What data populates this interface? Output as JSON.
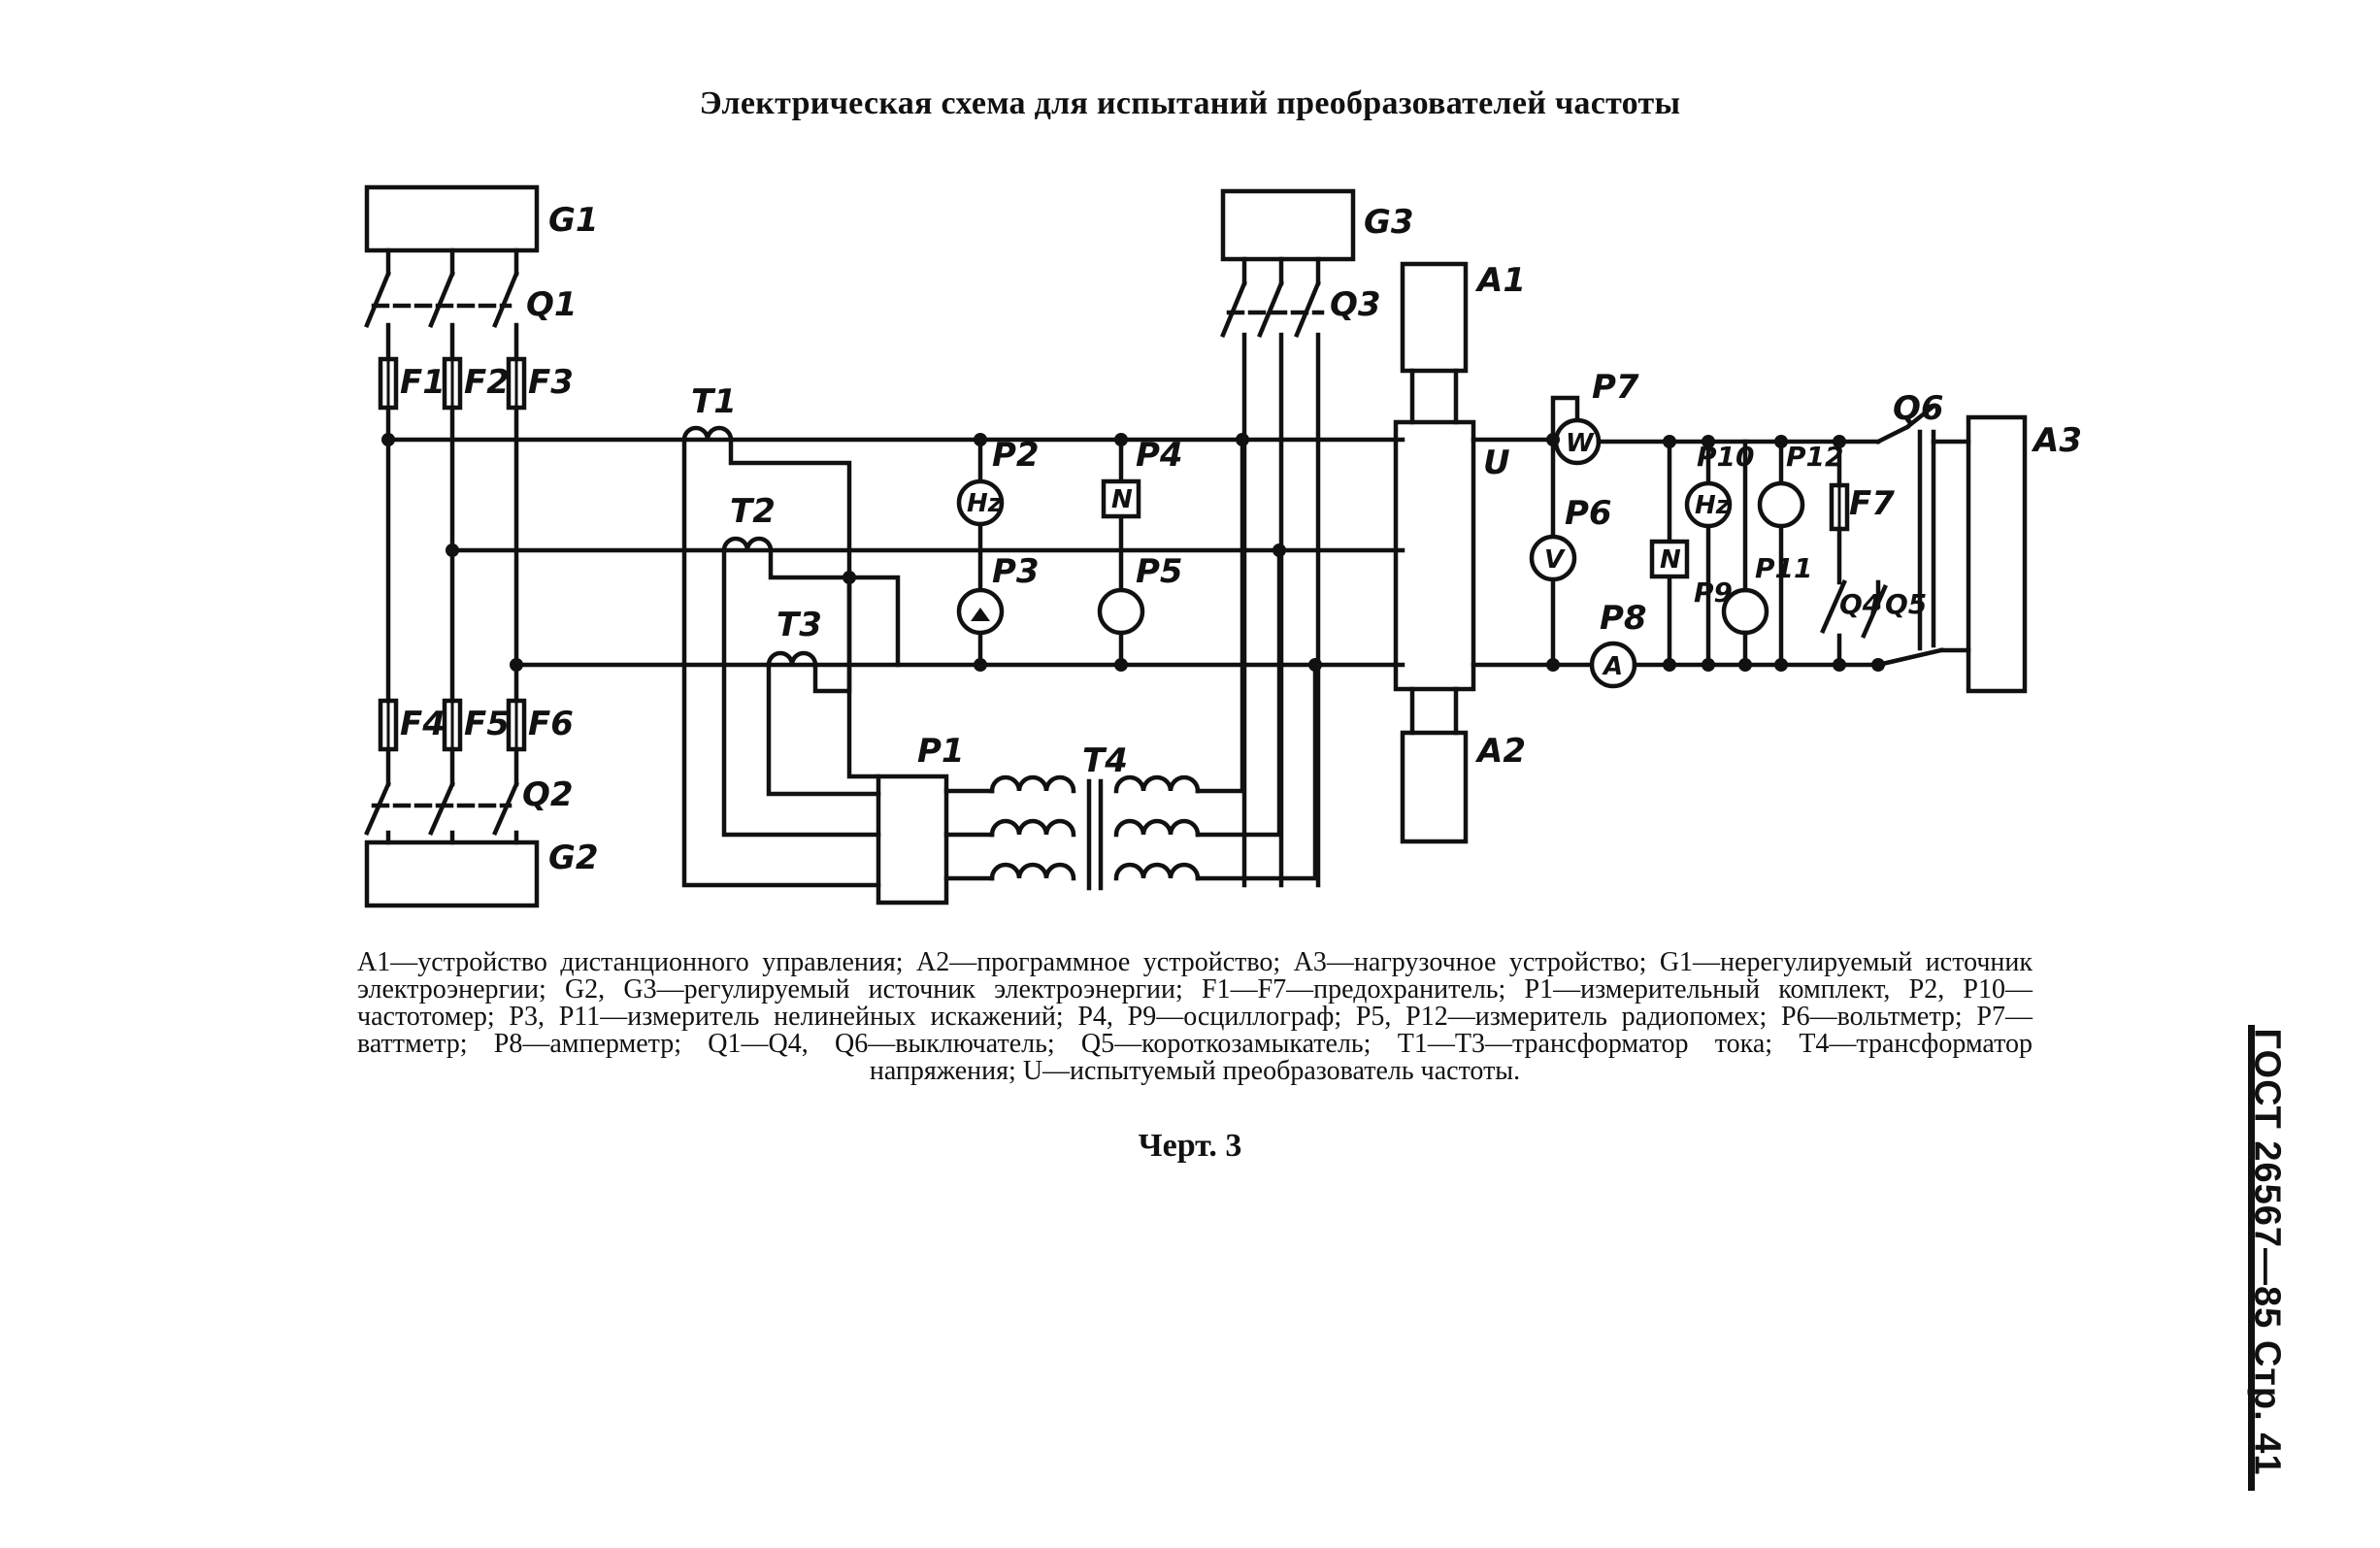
{
  "title": "Электрическая схема для испытаний преобразователей частоты",
  "labels": {
    "G1": "G1",
    "G2": "G2",
    "G3": "G3",
    "Q1": "Q1",
    "Q2": "Q2",
    "Q3": "Q3",
    "Q4": "Q4",
    "Q5": "Q5",
    "Q6": "Q6",
    "F1": "F1",
    "F2": "F2",
    "F3": "F3",
    "F4": "F4",
    "F5": "F5",
    "F6": "F6",
    "F7": "F7",
    "T1": "T1",
    "T2": "T2",
    "T3": "T3",
    "T4": "T4",
    "P1": "P1",
    "P2": "P2",
    "P3": "P3",
    "P4": "P4",
    "P5": "P5",
    "P6": "P6",
    "P7": "P7",
    "P8": "P8",
    "P9": "P9",
    "P10": "P10",
    "P11": "P11",
    "P12": "P12",
    "A1": "A1",
    "A2": "A2",
    "A3": "A3",
    "U": "U"
  },
  "symbols": {
    "hz": "Hz",
    "n": "N",
    "w": "W",
    "v": "V",
    "a": "A"
  },
  "legend": "A1—устройство дистанционного управления; A2—программное устройство; A3—нагрузочное устройство; G1—нерегулируемый источник электроэнергии; G2, G3—регулируемый источник электроэнергии; F1—F7—предохранитель; P1—измерительный комплект, P2, P10—частотомер; P3, P11—измеритель нелинейных искажений; P4, P9—осциллограф; P5, P12—измеритель радиопомех; P6—вольтметр; P7—ваттметр; P8—амперметр; Q1—Q4, Q6—выключатель; Q5—короткозамыкатель; T1—T3—трансформатор тока; T4—трансформатор напряжения; U—испытуемый преобразователь частоты.",
  "caption": "Черт. 3",
  "footer_vertical": "ГОСТ 26567—85 Стр. 41"
}
